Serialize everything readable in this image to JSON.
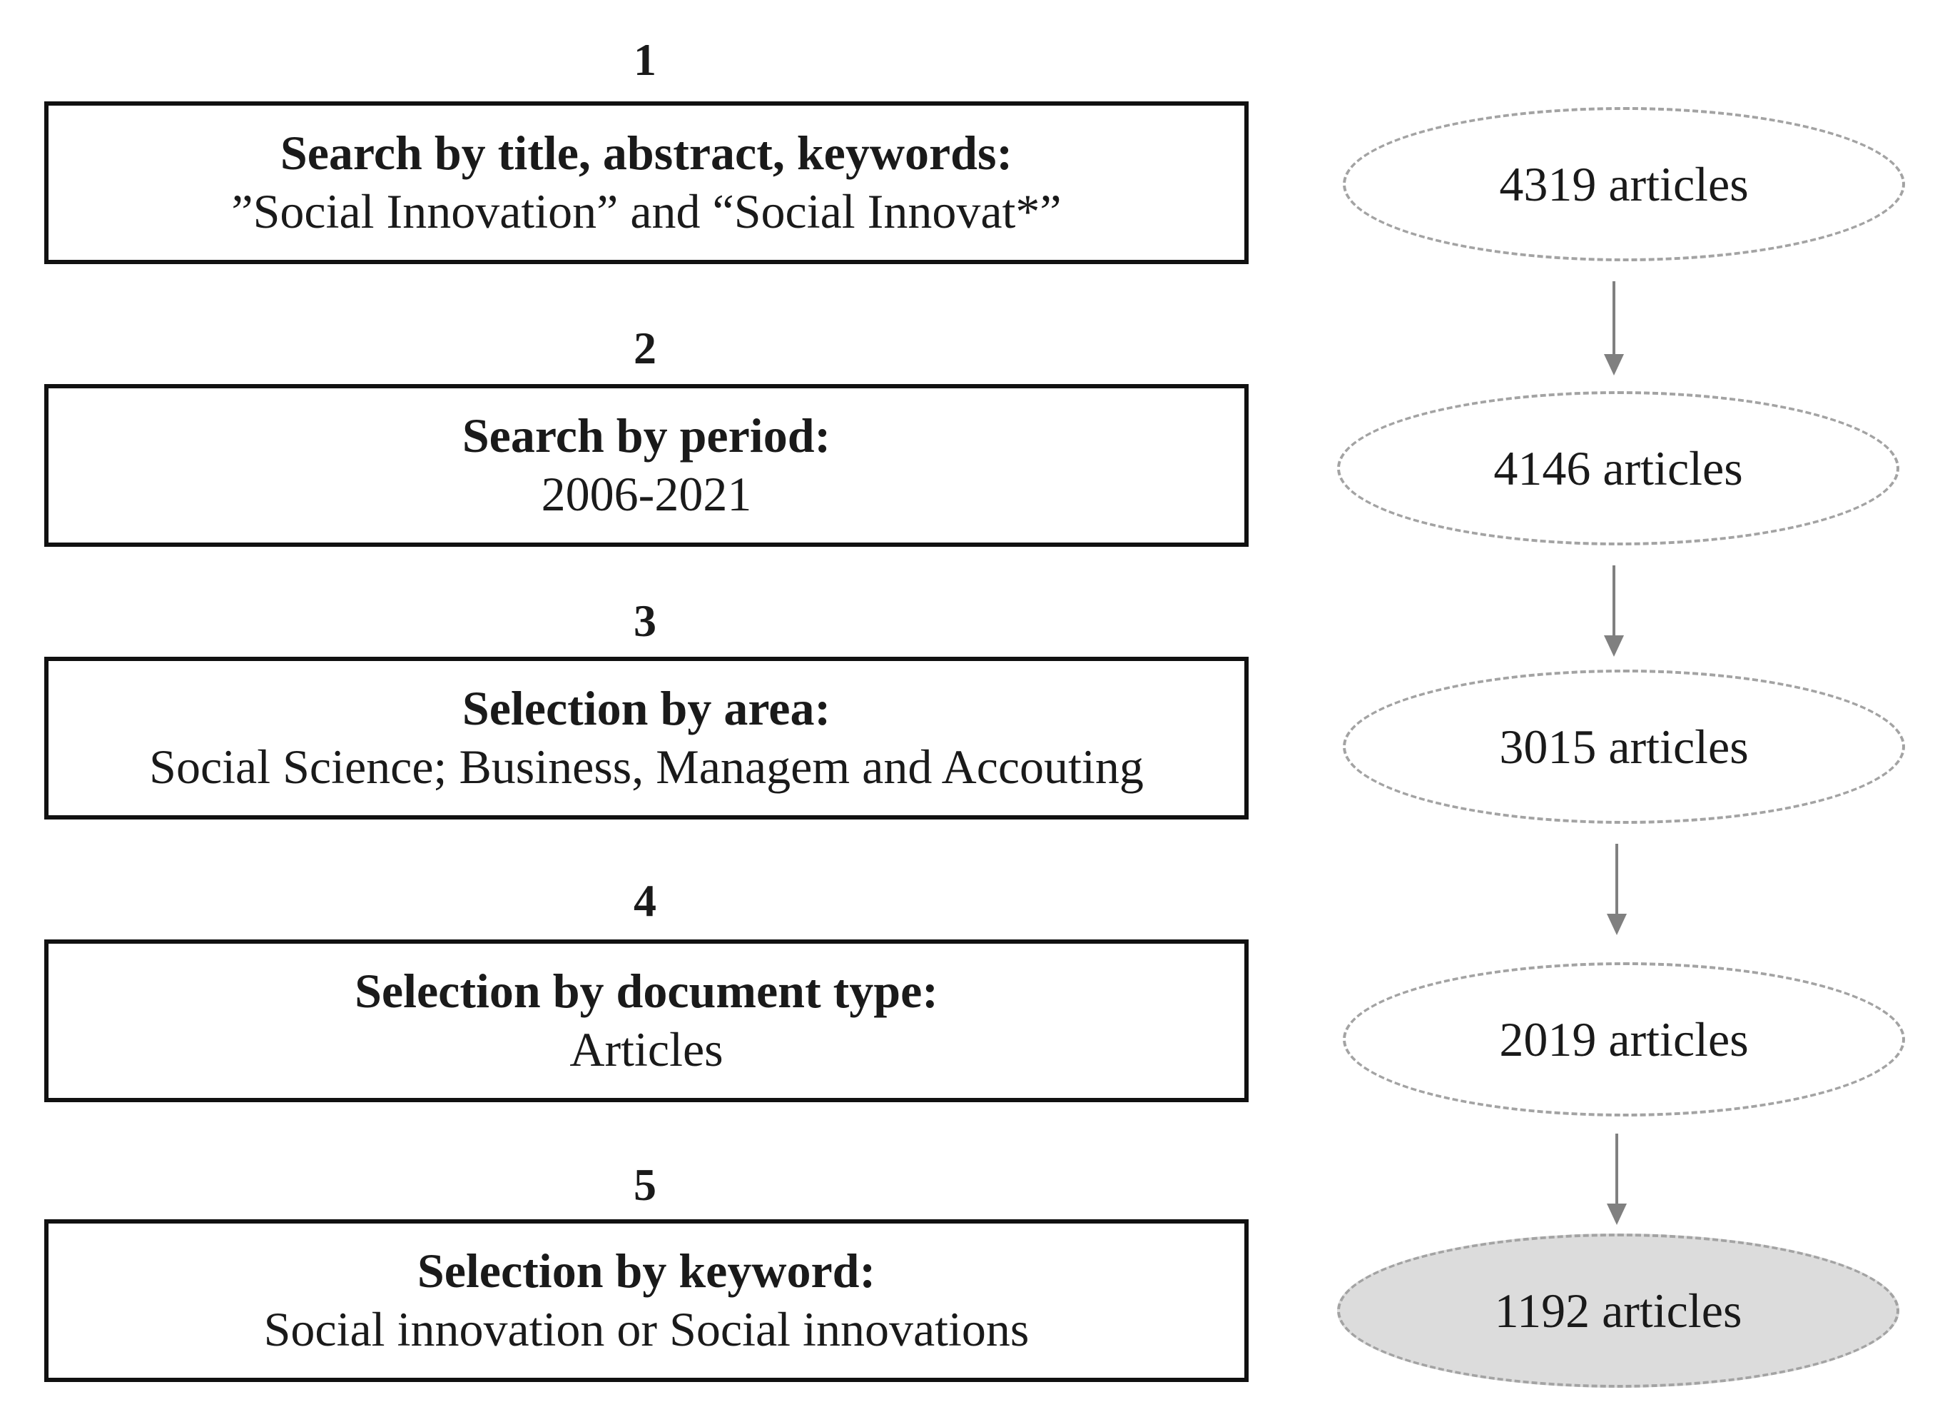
{
  "steps": [
    {
      "number": "1",
      "heading": "Search by title, abstract, keywords:",
      "text": "”Social Innovation” and “Social Innovat*”"
    },
    {
      "number": "2",
      "heading": "Search by period:",
      "text": "2006-2021"
    },
    {
      "number": "3",
      "heading": "Selection by area:",
      "text": "Social Science; Business, Managem and Accouting"
    },
    {
      "number": "4",
      "heading": "Selection by document type:",
      "text": "Articles"
    },
    {
      "number": "5",
      "heading": "Selection by keyword:",
      "text": "Social innovation or Social innovations"
    }
  ],
  "results": [
    {
      "label": "4319 articles"
    },
    {
      "label": "4146 articles"
    },
    {
      "label": "3015 articles"
    },
    {
      "label": "2019 articles"
    },
    {
      "label": "1192 articles",
      "highlight_color": "#dcdcdc"
    }
  ],
  "colors": {
    "box_border": "#111111",
    "oval_border": "#a3a3a3",
    "arrow": "#808080"
  }
}
